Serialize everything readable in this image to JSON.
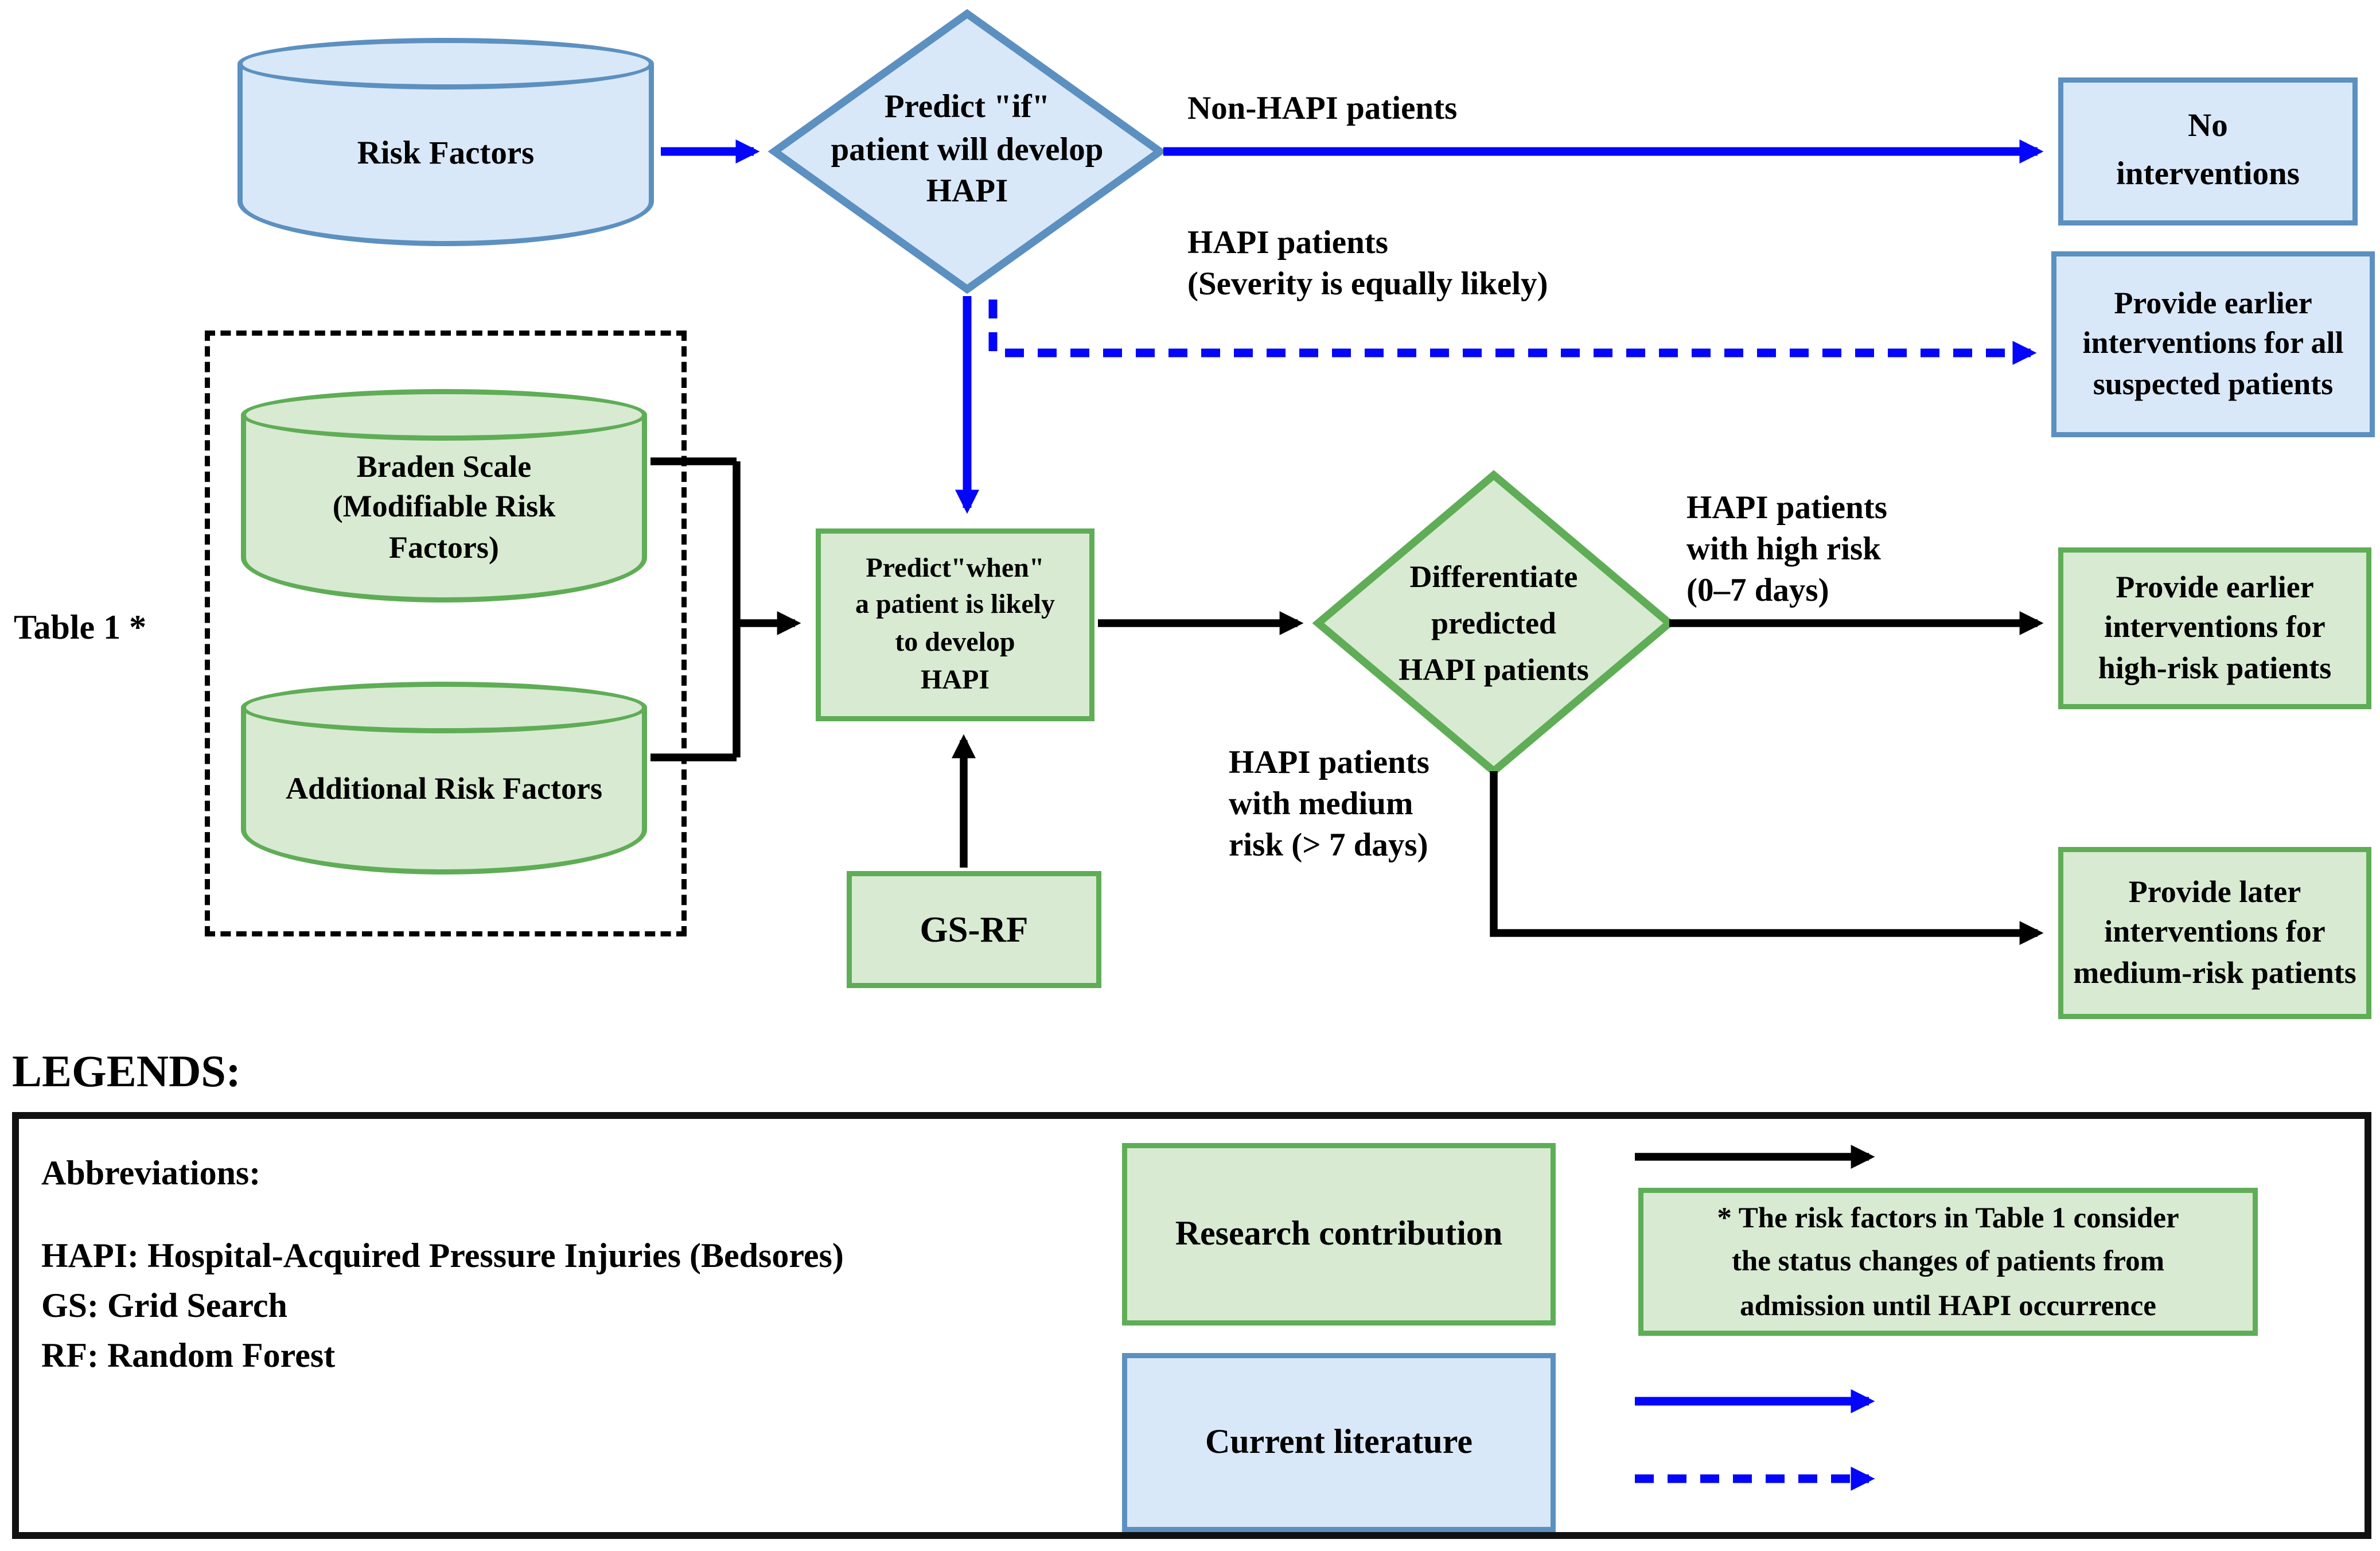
{
  "figure": {
    "kind": "flowchart",
    "title": "HAPI prediction research framework flowchart"
  },
  "colors": {
    "blue_fill": "#D9E8F8",
    "blue_border": "#5C90C0",
    "green_fill": "#D8EAD2",
    "green_border": "#5FAD56",
    "arrow_blue": "#0405FB",
    "arrow_black": "#000000"
  },
  "flow": {
    "risk_factors": "Risk Factors",
    "predict_if": "Predict \"if\"\npatient will develop\nHAPI",
    "non_hapi_label": "Non-HAPI patients",
    "no_interventions": "No\ninterventions",
    "hapi_sev_label": "HAPI patients\n(Severity is equally likely)",
    "earlier_suspected": "Provide earlier\ninterventions for all\nsuspected patients",
    "table1_label": "Table 1 *",
    "braden": "Braden Scale\n(Modifiable Risk\nFactors)",
    "additional": "Additional Risk Factors",
    "predict_when": "Predict\"when\"\na patient is likely\nto develop\nHAPI",
    "gs_rf": "GS-RF",
    "differentiate": "Differentiate\npredicted\nHAPI patients",
    "high_label": "HAPI patients\nwith high risk\n(0–7 days)",
    "earlier_high": "Provide earlier\ninterventions for\nhigh-risk patients",
    "medium_label": "HAPI patients\nwith medium\nrisk (> 7 days)",
    "later_medium": "Provide later\ninterventions for\nmedium-risk patients"
  },
  "legend": {
    "title": "LEGENDS:",
    "abbreviations_title": "Abbreviations:",
    "abbreviations": [
      "HAPI: Hospital-Acquired Pressure Injuries (Bedsores)",
      "GS: Grid Search",
      "RF: Random Forest"
    ],
    "research_contribution": "Research contribution",
    "current_literature": "Current literature",
    "note": "* The risk factors in Table 1 consider\nthe status changes of patients from\nadmission until HAPI occurrence"
  }
}
